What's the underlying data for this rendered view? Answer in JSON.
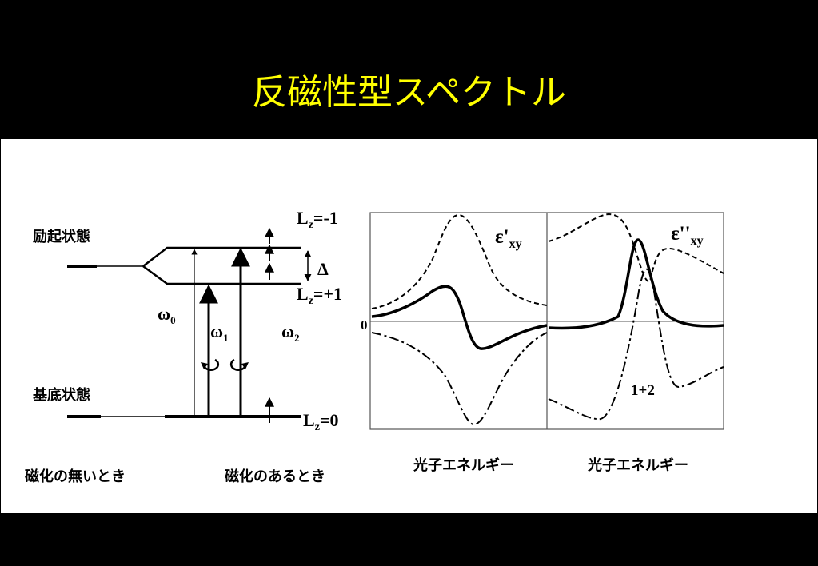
{
  "slide": {
    "title": "反磁性型スペクトル",
    "colors": {
      "background": "#000000",
      "title": "#ffff00",
      "panel": "#ffffff"
    }
  },
  "levels": {
    "excited_state": "励起状態",
    "ground_state": "基底状態",
    "lz_minus1": "L",
    "lz_minus1_sub": "z",
    "lz_minus1_val": "=-1",
    "lz_plus1": "L",
    "lz_plus1_sub": "z",
    "lz_plus1_val": "=+1",
    "lz_zero": "L",
    "lz_zero_sub": "z",
    "lz_zero_val": "=0",
    "delta": "Δ",
    "omega0": "ω",
    "omega0_sub": "0",
    "omega1": "ω",
    "omega1_sub": "1",
    "omega2": "ω",
    "omega2_sub": "2",
    "caption_no_mag": "磁化の無いとき",
    "caption_mag": "磁化のあるとき"
  },
  "plots": {
    "left_label": "ε'",
    "left_label_sub": "xy",
    "right_label": "ε''",
    "right_label_sub": "xy",
    "zero_label": "0",
    "sum_label": "1+2",
    "xlabel_left": "光子エネルギー",
    "xlabel_right": "光子エネルギー"
  }
}
